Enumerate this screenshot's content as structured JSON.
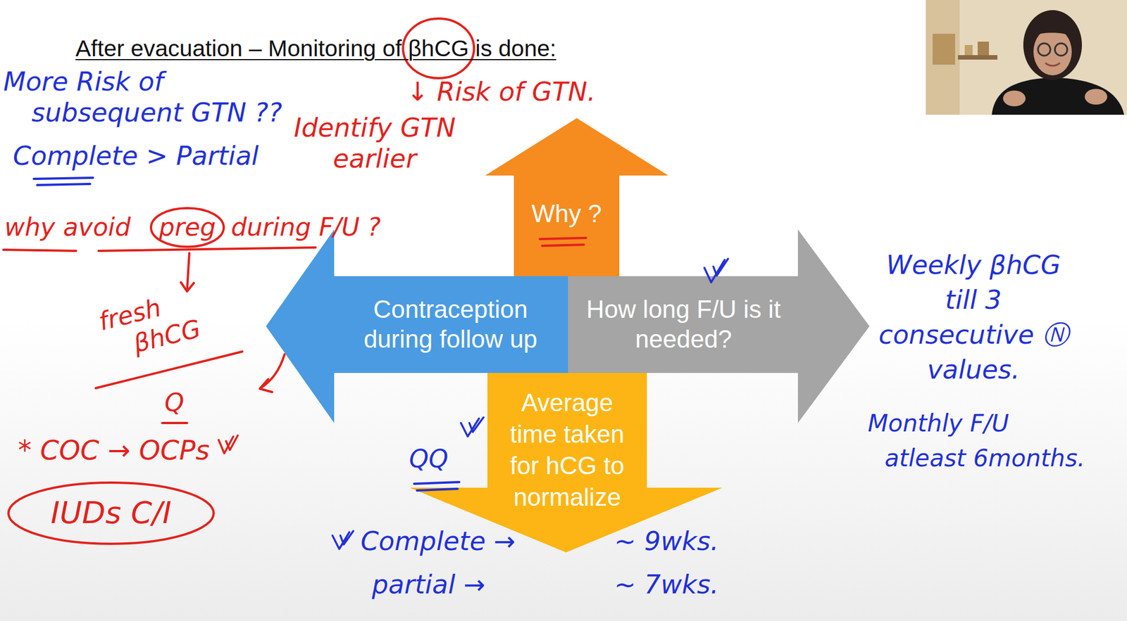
{
  "diagram": {
    "title": "After evacuation – Monitoring of βhCG is done:",
    "nodes": [
      {
        "text": [
          "Why ?"
        ]
      },
      {
        "text": [
          "Contraception during follow up"
        ]
      },
      {
        "text": [
          "How long F/U is it needed?"
        ]
      },
      {
        "text": [
          "Average time taken for hCG to normalize"
        ]
      }
    ],
    "labels": [
      "More Risk of subsequent GTN ??",
      "Complete > Partial",
      "↓ Risk of GTN.",
      "Identify GTN earlier",
      "why avoid",
      "preg",
      "during F/U ?",
      "fresh βhCG",
      "Q",
      "* COC → OCPs",
      "IUDs C/I",
      "Weekly βhCG till 3 consecutive Ⓝ values.",
      "Monthly F/U atleast 6months.",
      "QQ",
      "Complete →",
      "~ 9wks.",
      "partial →",
      "~ 7wks."
    ]
  }
}
